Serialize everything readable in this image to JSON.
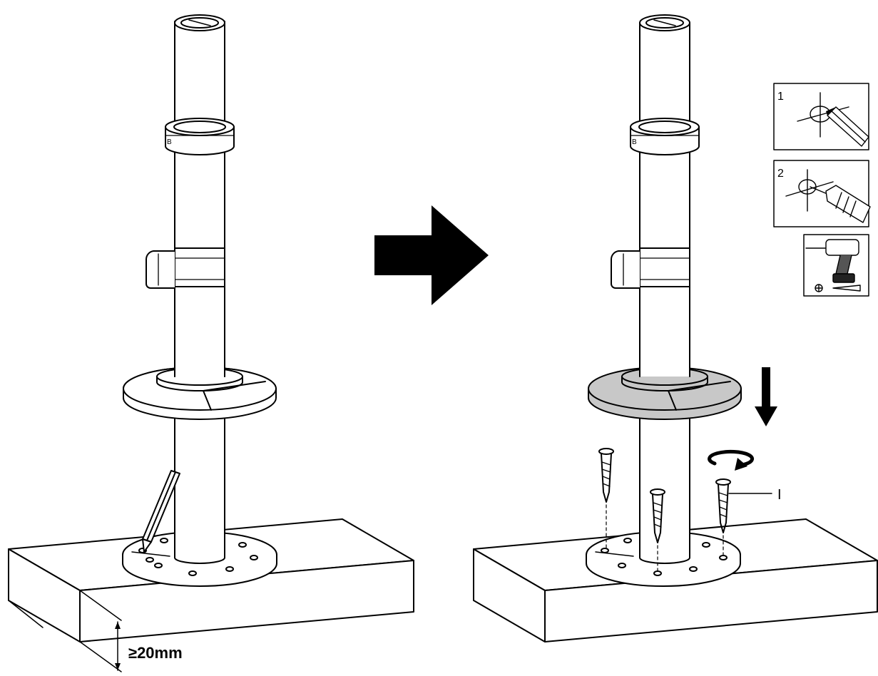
{
  "figure": {
    "thickness_label": "≥20mm",
    "inset_steps": [
      {
        "number": "1",
        "icon": "pencil-mark-icon"
      },
      {
        "number": "2",
        "icon": "drill-bit-icon"
      },
      {
        "number": "",
        "icon": "power-drill-icon"
      }
    ],
    "screw_callout": "I",
    "collar_mark": "B",
    "flange_color": "#c8c8c8",
    "line_color": "#000000"
  }
}
